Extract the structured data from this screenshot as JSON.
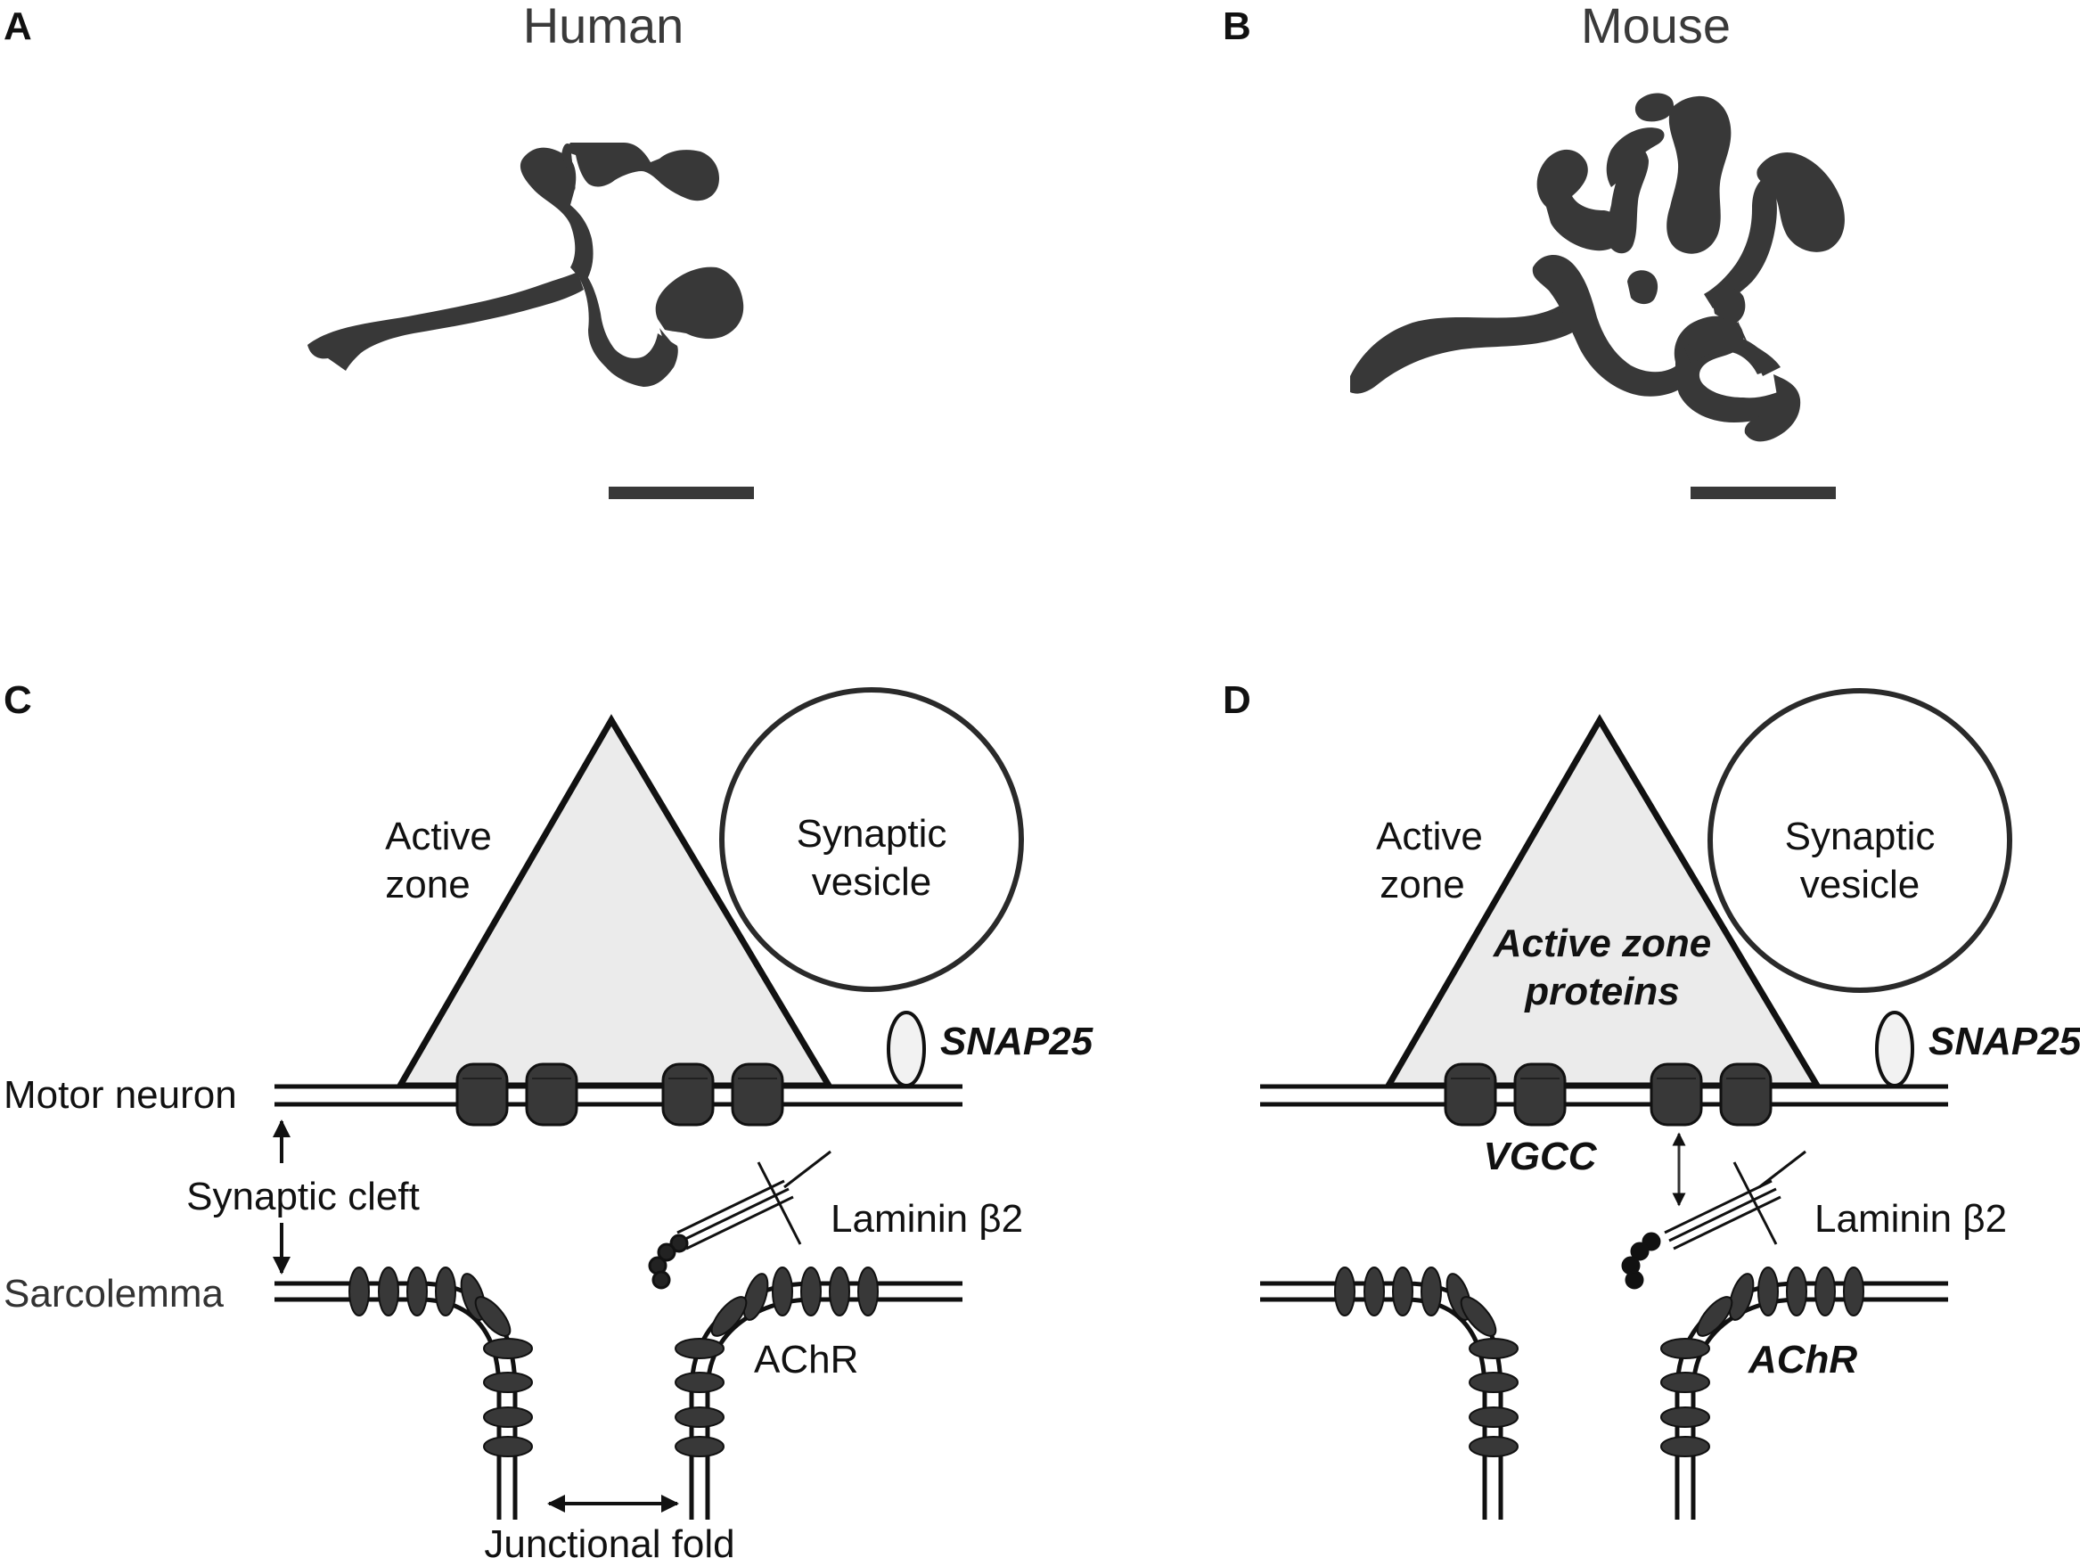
{
  "panels": {
    "a": {
      "letter": "A",
      "title": "Human"
    },
    "b": {
      "letter": "B",
      "title": "Mouse"
    },
    "c": {
      "letter": "C",
      "active_zone": [
        "Active",
        "zone"
      ],
      "synaptic_vesicle": [
        "Synaptic",
        "vesicle"
      ],
      "snap25": "SNAP25",
      "motor_neuron": "Motor neuron",
      "synaptic_cleft": "Synaptic cleft",
      "sarcolemma": "Sarcolemma",
      "laminin": "Laminin β2",
      "achr": "AChR",
      "junctional_fold": "Junctional fold"
    },
    "d": {
      "letter": "D",
      "active_zone": [
        "Active",
        "zone"
      ],
      "active_zone_proteins": [
        "Active zone",
        "proteins"
      ],
      "synaptic_vesicle": [
        "Synaptic",
        "vesicle"
      ],
      "snap25": "SNAP25",
      "vgcc": "VGCC",
      "laminin": "Laminin β2",
      "achr": "AChR"
    }
  },
  "colors": {
    "blob": "#383838",
    "triangle_fill": "#ebebeb",
    "snap25_fill": "#f2f2f2",
    "line": "#111111"
  }
}
